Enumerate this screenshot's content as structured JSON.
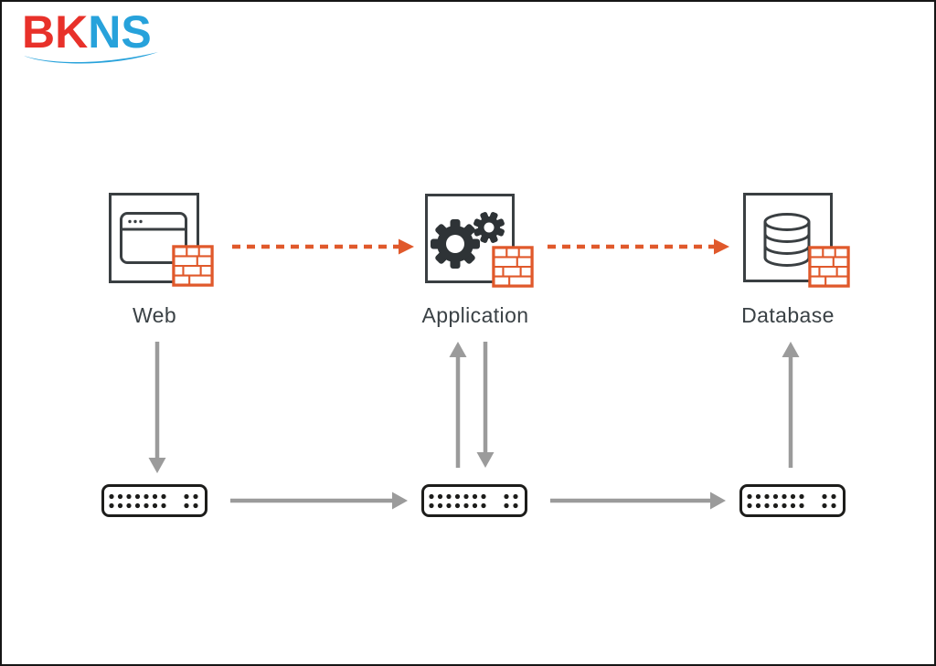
{
  "logo": {
    "part1": "BK",
    "part2": "NS"
  },
  "diagram": {
    "tiers": [
      {
        "label": "Web",
        "icon": "browser-window-icon"
      },
      {
        "label": "Application",
        "icon": "gears-icon"
      },
      {
        "label": "Database",
        "icon": "database-cylinder-icon"
      }
    ],
    "icons": {
      "firewall": "firewall-brick-wall-icon",
      "switch": "network-switch-icon"
    },
    "connections": [
      {
        "from": "Web",
        "to": "Application",
        "style": "dashed-orange-arrow-right"
      },
      {
        "from": "Application",
        "to": "Database",
        "style": "dashed-orange-arrow-right"
      },
      {
        "from": "Web",
        "to": "switch-1",
        "style": "solid-gray-arrow-down"
      },
      {
        "from": "switch-2",
        "to": "Application",
        "style": "solid-gray-arrow-up"
      },
      {
        "from": "Application",
        "to": "switch-2",
        "style": "solid-gray-arrow-down"
      },
      {
        "from": "switch-3",
        "to": "Database",
        "style": "solid-gray-arrow-up"
      },
      {
        "from": "switch-1",
        "to": "switch-2",
        "style": "solid-gray-arrow-right"
      },
      {
        "from": "switch-2",
        "to": "switch-3",
        "style": "solid-gray-arrow-right"
      }
    ]
  },
  "colors": {
    "accent_orange": "#E0592B",
    "arrow_gray": "#9B9B9B",
    "icon_dark": "#3A3F42",
    "switch_black": "#1D1D1B",
    "logo_red": "#E8312A",
    "logo_blue": "#27A2DB",
    "frame_black": "#161616"
  }
}
